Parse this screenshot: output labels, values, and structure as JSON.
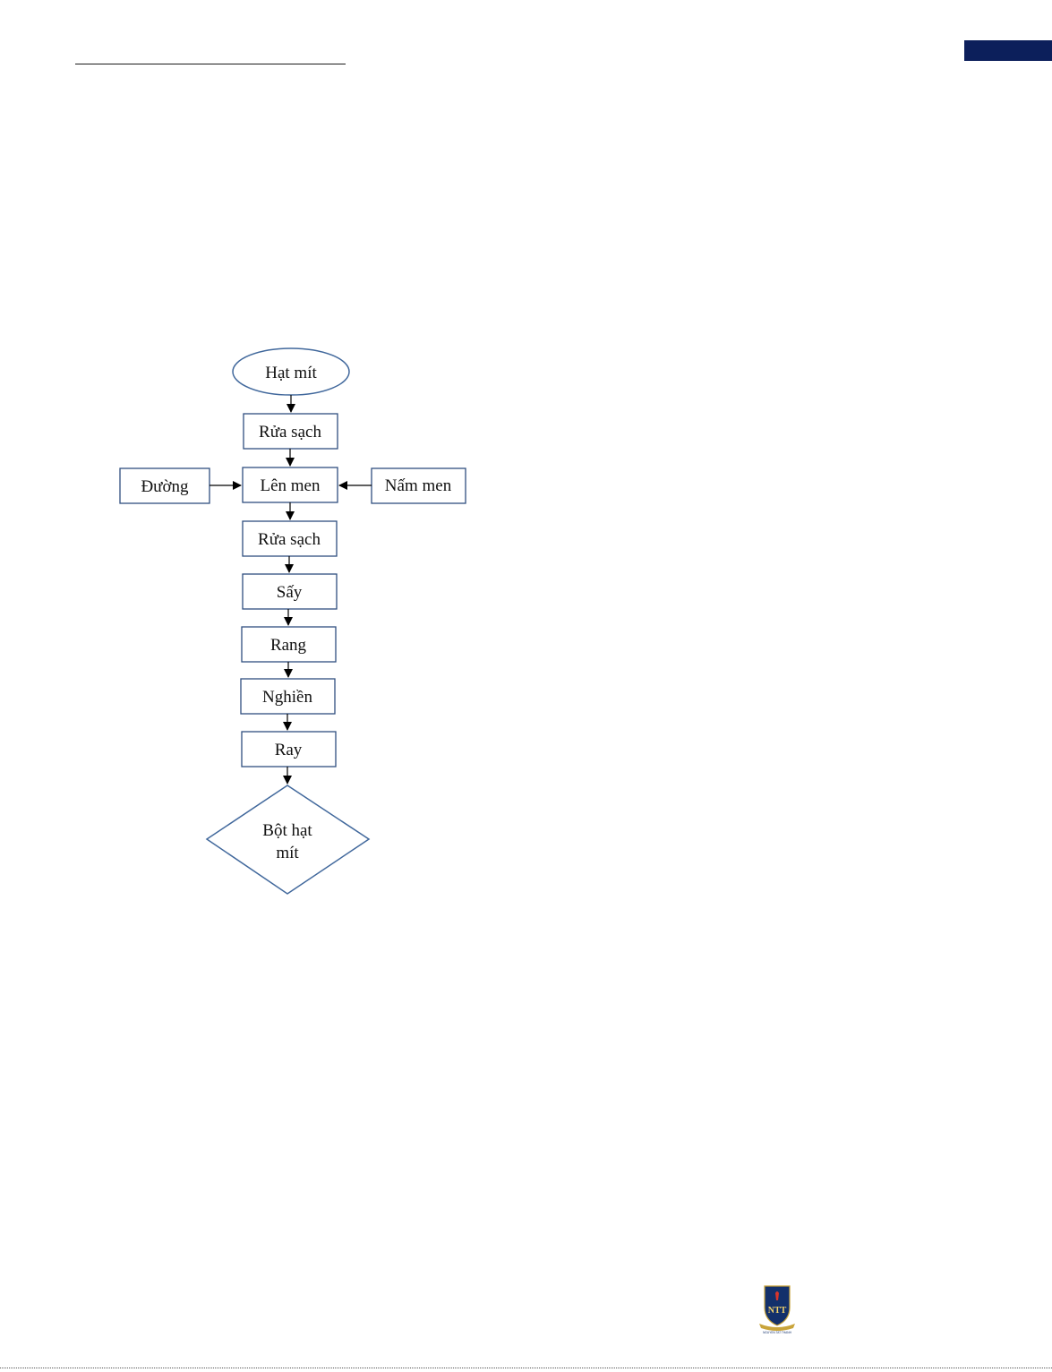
{
  "diagram": {
    "start": "Hạt mít",
    "steps": [
      "Rửa sạch",
      "Lên men",
      "Rửa sạch",
      "Sấy",
      "Rang",
      "Nghiền",
      "Ray"
    ],
    "inputs_left": "Đường",
    "inputs_right": "Nấm men",
    "end_line1": "Bột hạt",
    "end_line2": "mít"
  },
  "colors": {
    "node_border": "#41689c",
    "node_border_dark": "#2f4f7f",
    "arrow": "#000000",
    "header_tab": "#0c1f5b"
  },
  "logo": {
    "icon": "shield-crest-icon",
    "monogram": "NTT",
    "caption": "NGUYEN TAT THANH"
  }
}
